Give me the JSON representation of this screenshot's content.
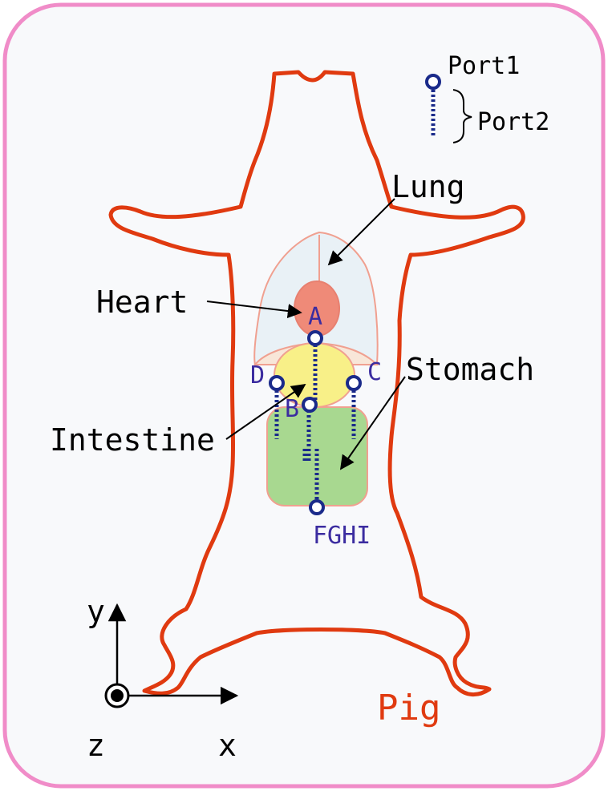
{
  "legend": {
    "port1_label": "Port1",
    "port2_label": "Port2"
  },
  "organs": {
    "lung": "Lung",
    "heart": "Heart",
    "intestine": "Intestine",
    "stomach": "Stomach"
  },
  "points": {
    "a": "A",
    "b": "B",
    "c": "C",
    "d": "D",
    "fghi": "FGHI"
  },
  "axes": {
    "x": "x",
    "y": "y",
    "z": "z"
  },
  "animal_label": "Pig",
  "colors": {
    "frame_border": "#f08cc8",
    "body_outline": "#e03a10",
    "lung_fill": "#e9f1f6",
    "lung_stroke": "#f0a090",
    "heart_fill": "#ef8a78",
    "intestine_fill": "#f8f088",
    "stomach_fill": "#a8d890",
    "port_color": "#1a2a8a",
    "letter_color": "#3b2ca0",
    "background": "#f8f9fb"
  }
}
